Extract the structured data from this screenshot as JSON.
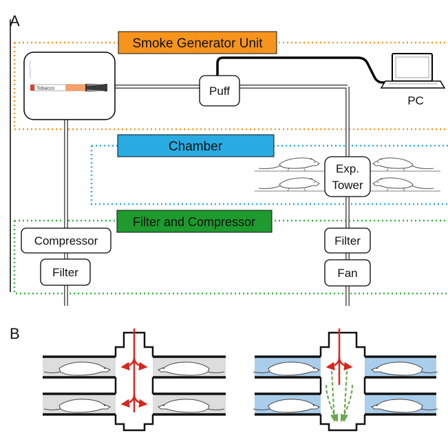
{
  "panel_a": {
    "label": "A",
    "regions": {
      "smoke_generator": {
        "label": "Smoke Generator Unit",
        "fill": "#F7941D",
        "border": "#F7941D"
      },
      "chamber": {
        "label": "Chamber",
        "fill": "#29ABE2",
        "border": "#29ABE2"
      },
      "filter_compressor": {
        "label": "Filter and Compressor",
        "fill": "#1E9A2E",
        "border": "#2DB83D"
      }
    },
    "components": {
      "cigarette": "Tobacco",
      "puff": "Puff",
      "pc": "PC",
      "exp_tower_line1": "Exp.",
      "exp_tower_line2": "Tower",
      "compressor": "Compressor",
      "filter_left": "Filter",
      "filter_right": "Filter",
      "fan": "Fan"
    }
  },
  "panel_b": {
    "label": "B",
    "colors": {
      "smoke_flow": "#D7261E",
      "exhaust_flow": "#6AA84F",
      "exposure_fill": "#A9CDEA",
      "tube_fill": "#DDDDDD"
    }
  }
}
